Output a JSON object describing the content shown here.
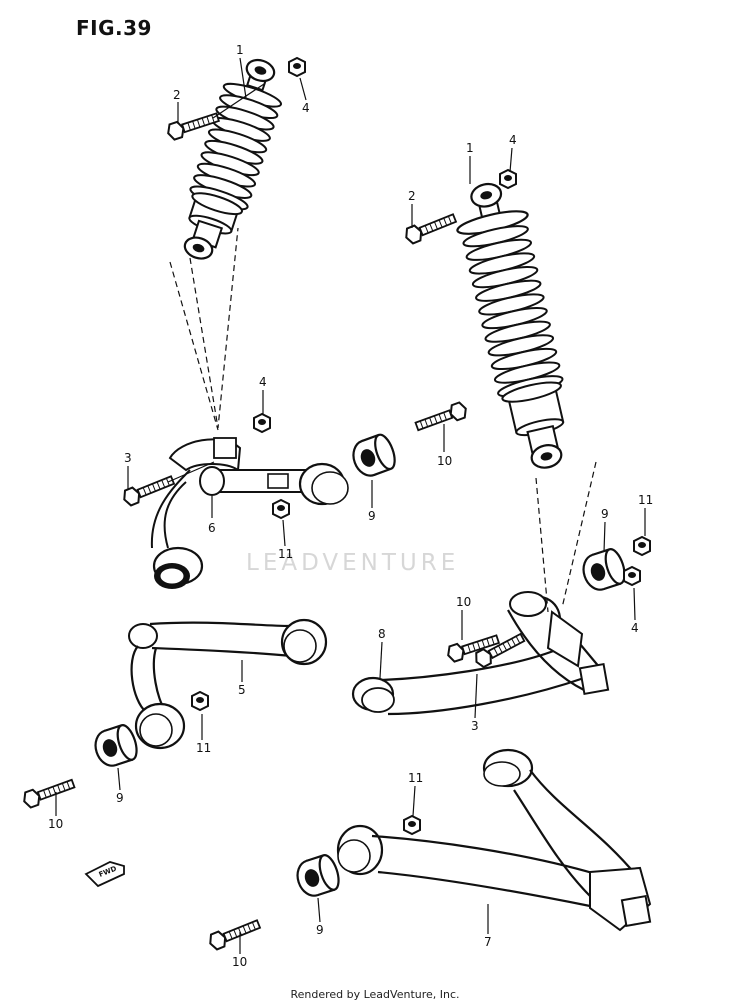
{
  "figure": {
    "title": "FIG.39",
    "watermark": "LEADVENTURE",
    "footer": "Rendered by LeadVenture, Inc.",
    "fwd_label": "FWD"
  },
  "callouts": [
    {
      "id": "c1",
      "num": "1"
    },
    {
      "id": "c2",
      "num": "2"
    },
    {
      "id": "c3",
      "num": "4"
    },
    {
      "id": "c4",
      "num": "1"
    },
    {
      "id": "c5",
      "num": "4"
    },
    {
      "id": "c6",
      "num": "2"
    },
    {
      "id": "c7",
      "num": "4"
    },
    {
      "id": "c8",
      "num": "3"
    },
    {
      "id": "c9",
      "num": "6"
    },
    {
      "id": "c10",
      "num": "11"
    },
    {
      "id": "c11",
      "num": "9"
    },
    {
      "id": "c12",
      "num": "10"
    },
    {
      "id": "c13",
      "num": "11"
    },
    {
      "id": "c14",
      "num": "9"
    },
    {
      "id": "c15",
      "num": "4"
    },
    {
      "id": "c16",
      "num": "10"
    },
    {
      "id": "c17",
      "num": "8"
    },
    {
      "id": "c18",
      "num": "3"
    },
    {
      "id": "c19",
      "num": "5"
    },
    {
      "id": "c20",
      "num": "11"
    },
    {
      "id": "c21",
      "num": "9"
    },
    {
      "id": "c22",
      "num": "10"
    },
    {
      "id": "c23",
      "num": "11"
    },
    {
      "id": "c24",
      "num": "9"
    },
    {
      "id": "c25",
      "num": "7"
    },
    {
      "id": "c26",
      "num": "10"
    }
  ]
}
